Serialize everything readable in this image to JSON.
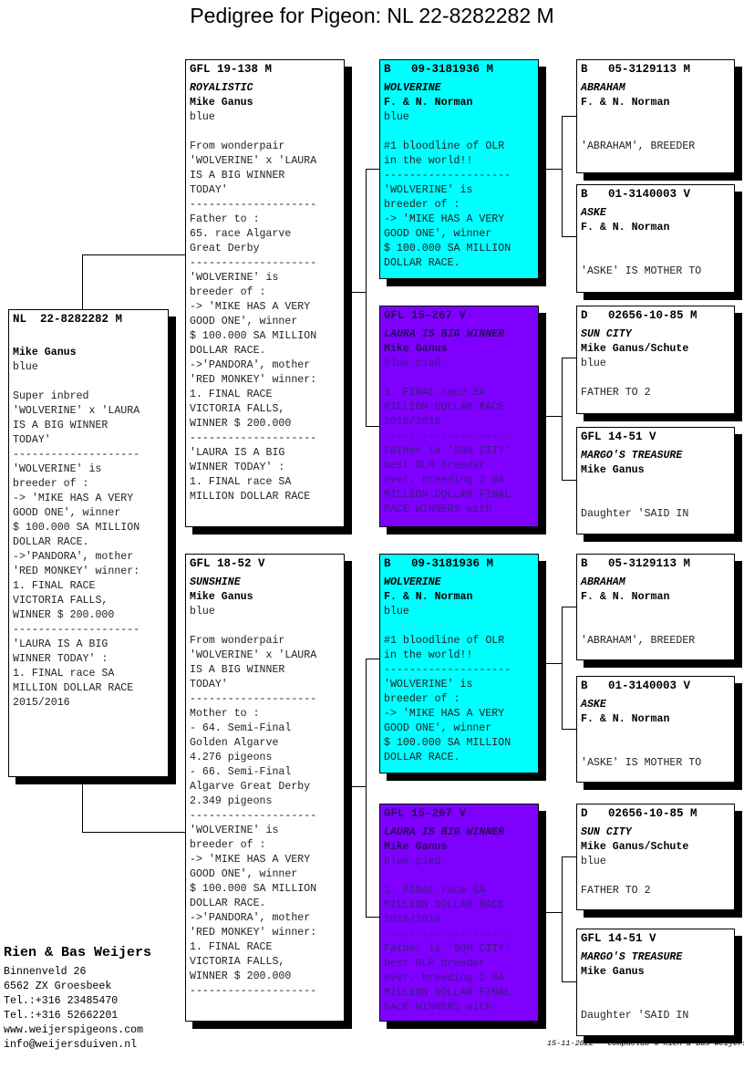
{
  "title": "Pedigree for Pigeon: NL  22-8282282 M",
  "subject": {
    "ring": "NL  22-8282282 M",
    "name": "",
    "owner": "Mike Ganus",
    "color": "blue",
    "notes": [
      "",
      "Super inbred",
      "'WOLVERINE' x 'LAURA",
      "IS A BIG WINNER",
      "TODAY'",
      "--------------------",
      "'WOLVERINE' is",
      "breeder of :",
      "-> 'MIKE HAS A VERY",
      "GOOD ONE', winner",
      "$ 100.000 SA MILLION",
      "DOLLAR RACE.",
      "->'PANDORA', mother",
      "'RED MONKEY' winner:",
      "1. FINAL RACE",
      "VICTORIA FALLS,",
      "WINNER $ 200.000",
      "--------------------",
      "'LAURA IS A BIG",
      "WINNER TODAY' :",
      "1. FINAL race SA",
      "MILLION DOLLAR RACE",
      "2015/2016"
    ]
  },
  "sire": {
    "ring": "GFL 19-138 M",
    "name": "ROYALISTIC",
    "owner": "Mike Ganus",
    "color": "blue",
    "notes": [
      "",
      "From wonderpair",
      "'WOLVERINE' x 'LAURA",
      "IS A BIG WINNER",
      "TODAY'",
      "--------------------",
      "Father to :",
      "65. race Algarve",
      "Great Derby",
      "--------------------",
      "'WOLVERINE' is",
      "breeder of :",
      "-> 'MIKE HAS A VERY",
      "GOOD ONE', winner",
      "$ 100.000 SA MILLION",
      "DOLLAR RACE.",
      "->'PANDORA', mother",
      "'RED MONKEY' winner:",
      "1. FINAL RACE",
      "VICTORIA FALLS,",
      "WINNER $ 200.000",
      "--------------------",
      "'LAURA IS A BIG",
      "WINNER TODAY' :",
      "1. FINAL race SA",
      "MILLION DOLLAR RACE"
    ]
  },
  "dam": {
    "ring": "GFL 18-52 V",
    "name": "SUNSHINE",
    "owner": "Mike Ganus",
    "color": "blue",
    "notes": [
      "",
      "From wonderpair",
      "'WOLVERINE' x 'LAURA",
      "IS A BIG WINNER",
      "TODAY'",
      "--------------------",
      "Mother to :",
      "- 64. Semi-Final",
      "Golden Algarve",
      "4.276 pigeons",
      "- 66. Semi-Final",
      "Algarve Great Derby",
      "2.349 pigeons",
      "--------------------",
      "'WOLVERINE' is",
      "breeder of :",
      "-> 'MIKE HAS A VERY",
      "GOOD ONE', winner",
      "$ 100.000 SA MILLION",
      "DOLLAR RACE.",
      "->'PANDORA', mother",
      "'RED MONKEY' winner:",
      "1. FINAL RACE",
      "VICTORIA FALLS,",
      "WINNER $ 200.000",
      "--------------------"
    ]
  },
  "ss": {
    "ring": "B   09-3181936 M",
    "name": "WOLVERINE",
    "owner": "F. & N. Norman",
    "color": "blue",
    "notes": [
      "",
      "#1 bloodline of OLR",
      "in the world!!",
      "--------------------",
      "'WOLVERINE' is",
      "breeder of :",
      "-> 'MIKE HAS A VERY",
      "GOOD ONE', winner",
      "$ 100.000 SA MILLION",
      "DOLLAR RACE."
    ],
    "bg": "#00ffff"
  },
  "sd": {
    "ring": "GFL 15-267 V",
    "name": "LAURA IS BIG WINNER",
    "owner": "Mike Ganus",
    "color": "blue pied",
    "notes": [
      "",
      "1. FINAL race SA",
      "MILLION DOLLAR RACE",
      "2015/2016",
      "--------------------",
      "Father is 'SUN CITY'",
      "best OLR breeder",
      "ever, breeding 2 SA",
      "MILLION DOLLAR FINAL",
      "RACE WINNERS with"
    ],
    "bg": "#7f00ff"
  },
  "ds": {
    "ring": "B   09-3181936 M",
    "name": "WOLVERINE",
    "owner": "F. & N. Norman",
    "color": "blue",
    "notes": [
      "",
      "#1 bloodline of OLR",
      "in the world!!",
      "--------------------",
      "'WOLVERINE' is",
      "breeder of :",
      "-> 'MIKE HAS A VERY",
      "GOOD ONE', winner",
      "$ 100.000 SA MILLION",
      "DOLLAR RACE."
    ],
    "bg": "#00ffff"
  },
  "dd": {
    "ring": "GFL 15-267 V",
    "name": "LAURA IS BIG WINNER",
    "owner": "Mike Ganus",
    "color": "blue pied",
    "notes": [
      "",
      "1. FINAL race SA",
      "MILLION DOLLAR RACE",
      "2015/2016",
      "--------------------",
      "Father is 'SUN CITY'",
      "best OLR breeder",
      "ever, breeding 2 SA",
      "MILLION DOLLAR FINAL",
      "RACE WINNERS with"
    ],
    "bg": "#7f00ff"
  },
  "sss": {
    "ring": "B   05-3129113 M",
    "name": "ABRAHAM",
    "owner": "F. & N. Norman",
    "color": "",
    "notes": [
      "",
      "'ABRAHAM', BREEDER"
    ]
  },
  "ssd": {
    "ring": "B   01-3140003 V",
    "name": "ASKE",
    "owner": "F. & N. Norman",
    "color": "",
    "notes": [
      "",
      "'ASKE' IS MOTHER TO"
    ]
  },
  "sds": {
    "ring": "D   02656-10-85 M",
    "name": "SUN CITY",
    "owner": "Mike Ganus/Schute",
    "color": "blue",
    "notes": [
      "",
      "FATHER TO 2"
    ]
  },
  "sdd": {
    "ring": "GFL 14-51 V",
    "name": "MARGO'S TREASURE",
    "owner": "Mike Ganus",
    "color": "",
    "notes": [
      "",
      "Daughter 'SAID IN"
    ]
  },
  "dss": {
    "ring": "B   05-3129113 M",
    "name": "ABRAHAM",
    "owner": "F. & N. Norman",
    "color": "",
    "notes": [
      "",
      "'ABRAHAM', BREEDER"
    ]
  },
  "dsd": {
    "ring": "B   01-3140003 V",
    "name": "ASKE",
    "owner": "F. & N. Norman",
    "color": "",
    "notes": [
      "",
      "'ASKE' IS MOTHER TO"
    ]
  },
  "dds": {
    "ring": "D   02656-10-85 M",
    "name": "SUN CITY",
    "owner": "Mike Ganus/Schute",
    "color": "blue",
    "notes": [
      "",
      "FATHER TO 2"
    ]
  },
  "ddd": {
    "ring": "GFL 14-51 V",
    "name": "MARGO'S TREASURE",
    "owner": "Mike Ganus",
    "color": "",
    "notes": [
      "",
      "Daughter 'SAID IN"
    ]
  },
  "breeder": {
    "name": "Rien & Bas Weijers",
    "lines": [
      "Binnenveld 26",
      "6562 ZX  Groesbeek",
      "Tel.:+316 23485470",
      "Tel.:+316 52662201",
      "www.weijerspigeons.com",
      "info@weijersduiven.nl"
    ]
  },
  "footer": {
    "date": "15-11-2022",
    "credit": "Compuclub © Rien & Bas Weijers"
  }
}
